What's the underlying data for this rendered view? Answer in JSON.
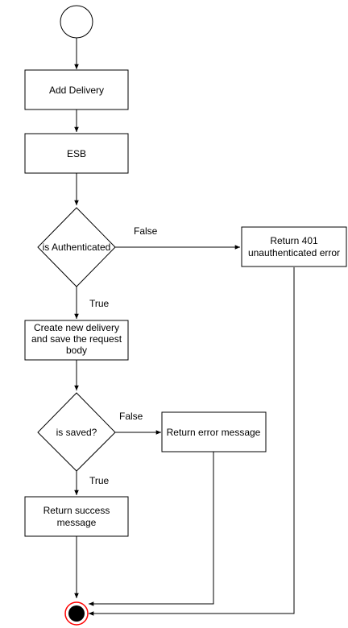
{
  "nodes": {
    "add_delivery": "Add Delivery",
    "esb": "ESB",
    "is_authenticated": "is Authenticated",
    "return_401": [
      "Return 401",
      "unauthenticated error"
    ],
    "create_delivery": [
      "Create new delivery",
      "and save the request",
      "body"
    ],
    "is_saved": "is saved?",
    "return_error": "Return error message",
    "return_success": [
      "Return success",
      "message"
    ]
  },
  "edges": {
    "auth_false": "False",
    "auth_true": "True",
    "saved_false": "False",
    "saved_true": "True"
  }
}
